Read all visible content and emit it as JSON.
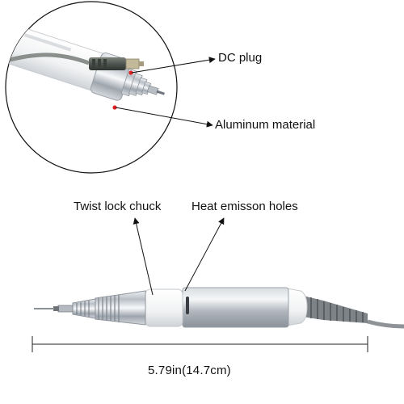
{
  "callouts": {
    "dc_plug": "DC plug",
    "aluminum": "Aluminum material",
    "twist_lock": "Twist lock chuck",
    "heat_holes": "Heat emisson holes"
  },
  "dimension": {
    "label": "5.79in(14.7cm)"
  },
  "colors": {
    "text": "#111111",
    "marker": "#e02020",
    "line": "#222222",
    "silver": "#c9ced4"
  }
}
